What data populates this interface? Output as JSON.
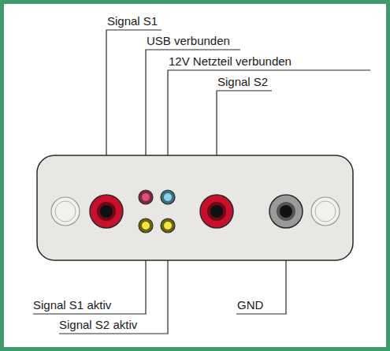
{
  "diagram": {
    "labels": [
      "Signal S1",
      "USB verbunden",
      "12V Netzteil verbunden",
      "Signal S2",
      "Signal S1 aktiv",
      "Signal S2 aktiv",
      "GND"
    ]
  }
}
